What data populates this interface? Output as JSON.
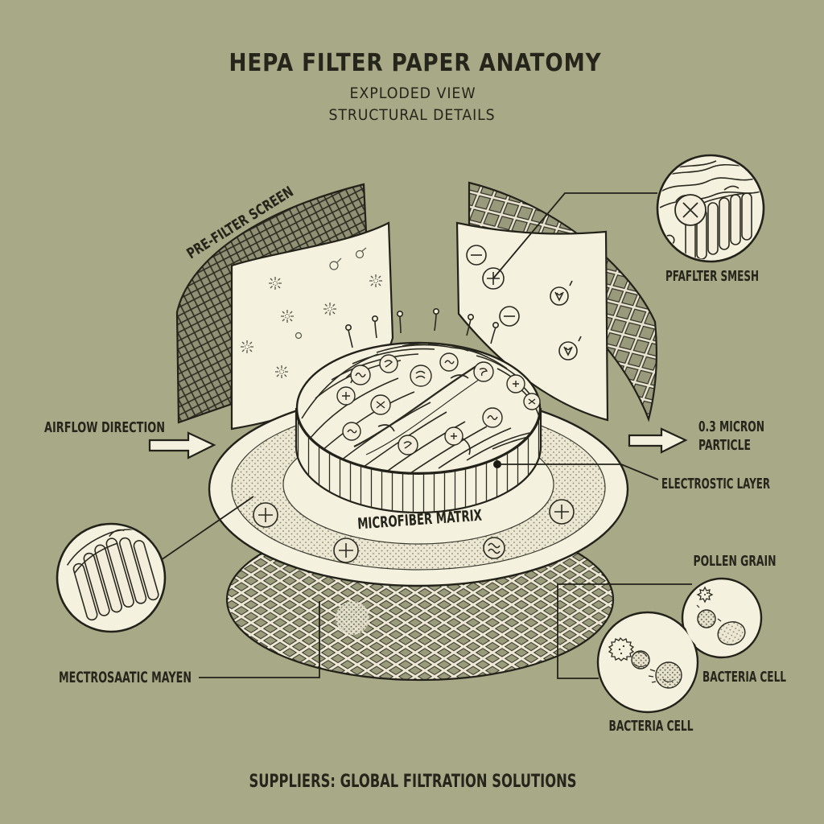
{
  "header": {
    "title": "HEPA FILTER PAPER ANATOMY",
    "subtitle_line1": "EXPLODED VIEW",
    "subtitle_line2": "STRUCTURAL DETAILS"
  },
  "labels": {
    "pre_filter_screen": "PRE-FILTER SCREEN",
    "pre_filter_mesh_detail": "PFAFLTER SMESH",
    "airflow_direction": "AIRFLOW DIRECTION",
    "micron_particle_line1": "0.3 MICRON",
    "micron_particle_line2": "PARTICLE",
    "electrostatic_layer": "ELECTROSTIC LAYER",
    "microfiber_matrix": "MICROFIBER MATRIX",
    "electrostatic_detail": "MECTROSAATIC MAYEN",
    "pollen_grain": "POLLEN GRAIN",
    "bacteria_cell_right": "BACTERIA CELL",
    "bacteria_cell_bottom": "BACTERIA CELL"
  },
  "footer": {
    "supplier_line": "SUPPLIERS: GLOBAL FILTRATION SOLUTIONS"
  },
  "colors": {
    "background": "#a8a986",
    "paper": "#f5f1df",
    "ink": "#23221a",
    "mesh_fill": "#8f9074",
    "grid_fill": "#999a7b",
    "band_fill": "#ebe7d3"
  }
}
